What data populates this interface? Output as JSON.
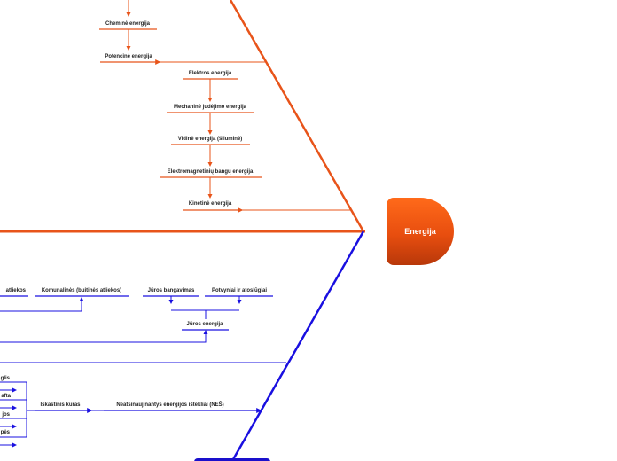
{
  "central": {
    "label": "Energija"
  },
  "colors": {
    "orange": "#e8541a",
    "blue": "#1a10e0"
  },
  "orange_nodes": {
    "chemine": "Cheminė  energija",
    "potencine": "Potencinė energija",
    "elektros": "Elektros energija",
    "mechanine": "Mechaninė judėjimo energija",
    "vidine": "Vidinė energija (šiluminė)",
    "elektromagnetiniu": "Elektromagnetinių bangų energija",
    "kinetine": "Kinetinė energija"
  },
  "blue_nodes": {
    "atliekos_cut": "atliekos",
    "komunalines": "Komunalinės (buitinės atliekos)",
    "juros_bangavimas": "Jūros bangavimas",
    "potvyniai": "Potvyniai ir atoslūgiai",
    "juros_energija": "Jūros energija",
    "anglis_cut": "glis",
    "nafta_cut": "afta",
    "dujos_cut": "jos",
    "durpes_cut": "pės",
    "iskastinis": "Iškastinis kuras",
    "nes": "Neatsinaujinantys energijos ištekliai (NEŠ)"
  }
}
